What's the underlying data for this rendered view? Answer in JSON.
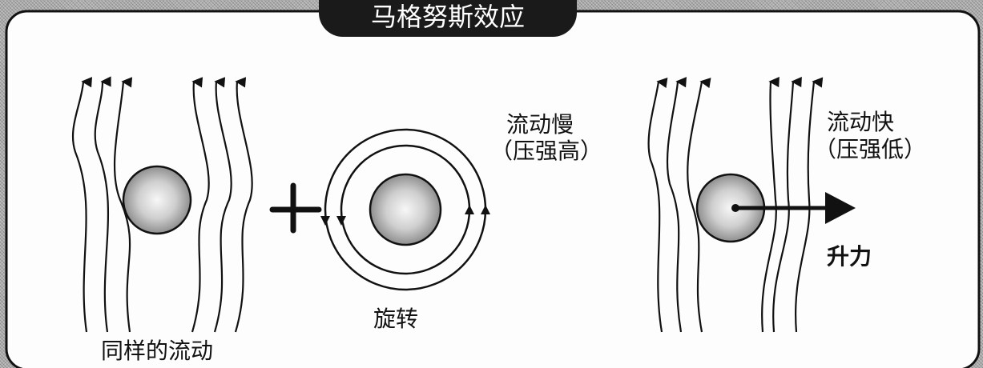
{
  "title": "马格努斯效应",
  "labels": {
    "same_flow": "同样的流动",
    "rotation": "旋转",
    "slow_flow": "流动慢",
    "high_pressure": "（压强高）",
    "fast_flow": "流动快",
    "low_pressure": "（压强低）",
    "lift": "升力"
  }
}
